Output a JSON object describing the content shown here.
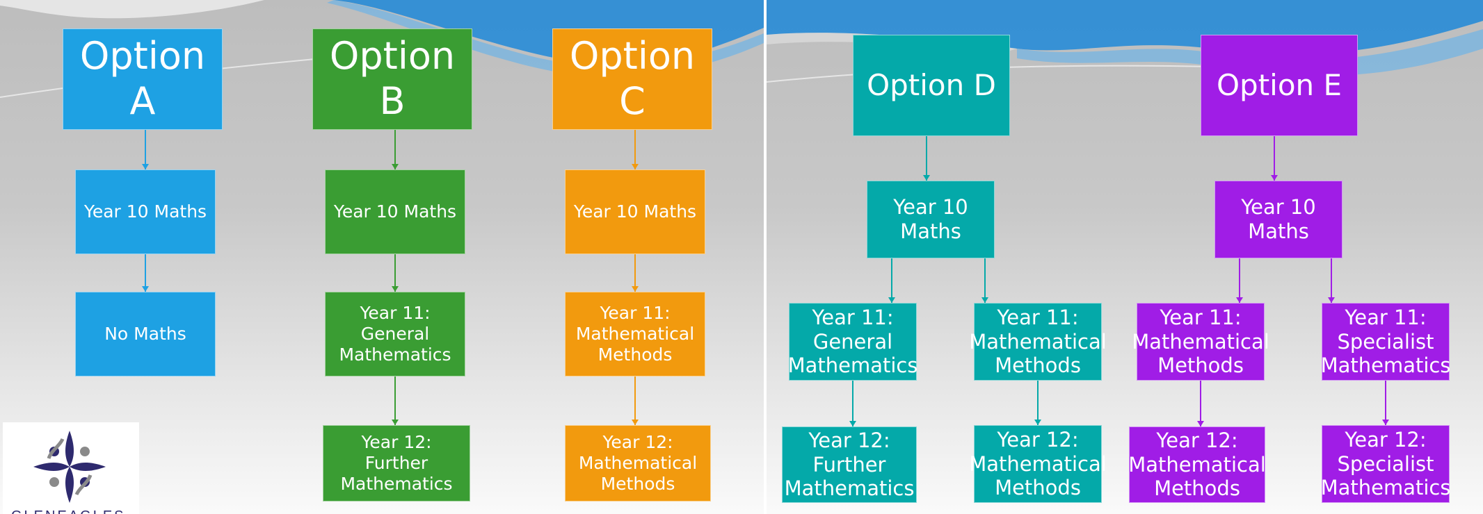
{
  "colors": {
    "option_a": "#1ea1e3",
    "option_b": "#3a9d33",
    "option_c": "#f29a0e",
    "option_d": "#04a9a9",
    "option_e": "#a01de6"
  },
  "logo": {
    "icon": "gleneagles-star-logo",
    "text": "GLENEAGLES"
  },
  "left_slide": {
    "option_a": {
      "title": "Option A",
      "steps": [
        "Year 10 Maths",
        "No Maths"
      ]
    },
    "option_b": {
      "title": "Option B",
      "steps": [
        "Year 10 Maths",
        "Year 11: General Mathematics",
        "Year 12: Further Mathematics"
      ]
    },
    "option_c": {
      "title": "Option C",
      "steps": [
        "Year 10 Maths",
        "Year 11: Mathematical Methods",
        "Year 12: Mathematical Methods"
      ]
    }
  },
  "right_slide": {
    "option_d": {
      "title": "Option D",
      "year10": "Year 10 Maths",
      "branches": [
        {
          "year11": "Year 11: General Mathematics",
          "year12": "Year 12: Further Mathematics"
        },
        {
          "year11": "Year 11: Mathematical Methods",
          "year12": "Year 12: Mathematical Methods"
        }
      ]
    },
    "option_e": {
      "title": "Option E",
      "year10": "Year 10 Maths",
      "branches": [
        {
          "year11": "Year 11: Mathematical Methods",
          "year12": "Year 12: Mathematical Methods"
        },
        {
          "year11": "Year 11: Specialist Mathematics",
          "year12": "Year 12: Specialist Mathematics"
        }
      ]
    }
  }
}
